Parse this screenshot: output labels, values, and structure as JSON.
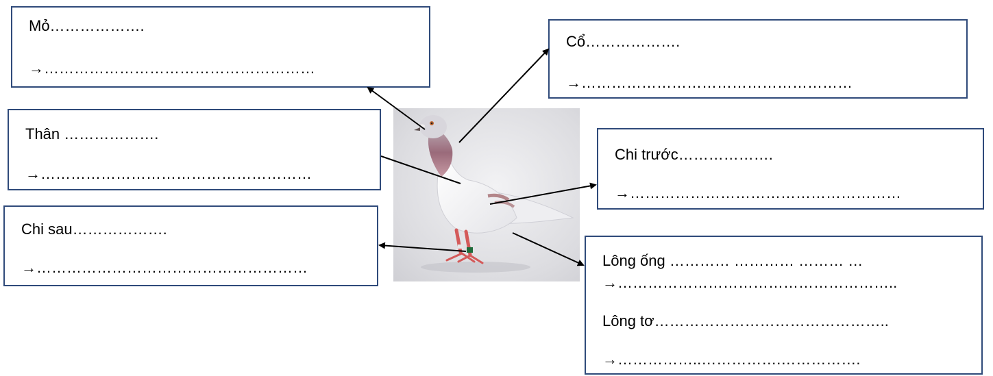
{
  "labels": {
    "mo": {
      "title": "Mỏ……………….",
      "answer": "→………………………………………………"
    },
    "co": {
      "title": "Cổ……………….",
      "answer": "→………………………………………………"
    },
    "than": {
      "title": "Thân ……………….",
      "answer": "→………………………………………………"
    },
    "chi_truoc": {
      "title": "Chi trước……………….",
      "answer": "→………………………………………………"
    },
    "chi_sau": {
      "title": "Chi sau……………….",
      "answer": "→………………………………………………"
    },
    "long": {
      "long_ong": "Lông ống ………… ………… ……… …",
      "long_ong_answer": "→………………………………………………..",
      "long_to": "Lông tơ………………………………………..",
      "long_to_answer": "→……………..…………….……………."
    }
  },
  "colors": {
    "box_border": "#2f4a7a",
    "arrow": "#000000"
  },
  "image": {
    "subject": "pigeon-photo"
  }
}
